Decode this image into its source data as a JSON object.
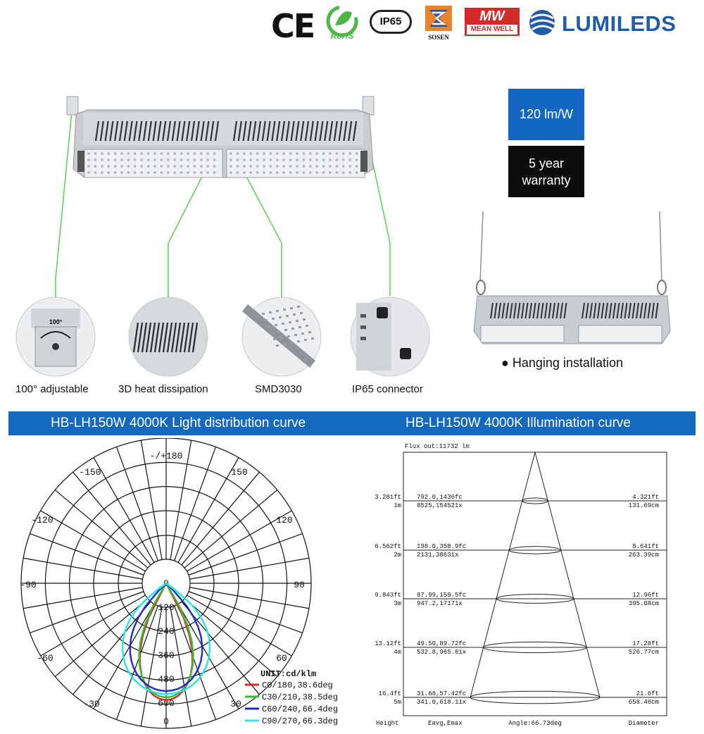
{
  "certifications": {
    "ce": "CE",
    "rohs": "RoHS",
    "ip65": "IP65",
    "sosen": "SOSEN",
    "meanwell_top": "MW",
    "meanwell_bottom": "MEAN WELL",
    "lumileds": "LUMILEDS"
  },
  "specs": {
    "efficacy": "120 lm/W",
    "warranty_line1": "5 year",
    "warranty_line2": "warranty"
  },
  "features": [
    {
      "label": "100° adjustable"
    },
    {
      "label": "3D heat dissipation"
    },
    {
      "label": "SMD3030"
    },
    {
      "label": "IP65 connector"
    }
  ],
  "adjust_badge": "100°",
  "hanging_label": "● Hanging installation",
  "sections": {
    "left_title": "HB-LH150W 4000K Light distribution curve",
    "right_title": "HB-LH150W 4000K Illumination curve"
  },
  "polar": {
    "angle_labels": [
      "-/+180",
      "-150",
      "150",
      "-120",
      "120",
      "-90",
      "90",
      "-60",
      "60",
      "-30",
      "30",
      "0"
    ],
    "radial_labels": [
      "0",
      "120",
      "240",
      "360",
      "480",
      "600"
    ],
    "unit": "UNIT:cd/klm",
    "legend": [
      {
        "name": "C0/180,38.6deg",
        "color": "#e8262a"
      },
      {
        "name": "C30/210,38.5deg",
        "color": "#2fc42f"
      },
      {
        "name": "C60/240,66.4deg",
        "color": "#1d2cc8"
      },
      {
        "name": "C90/270,66.3deg",
        "color": "#29e3f0"
      }
    ]
  },
  "chart_data": {
    "type": "table",
    "title": "HB-LH150W 4000K Illumination curve",
    "flux": "Flux out:11732 lm",
    "rows": [
      {
        "height_ft": "3.281ft",
        "height_m": "1m",
        "fc": "792.0,1436fc",
        "lx": "8525,154521x",
        "dia_ft": "4.321ft",
        "dia_cm": "131.69cm"
      },
      {
        "height_ft": "6.562ft",
        "height_m": "2m",
        "fc": "198.0,358.9fc",
        "lx": "2131,38631x",
        "dia_ft": "8.641ft",
        "dia_cm": "263.39cm"
      },
      {
        "height_ft": "9.843ft",
        "height_m": "3m",
        "fc": "87.99,159.5fc",
        "lx": "947.2,17171x",
        "dia_ft": "12.96ft",
        "dia_cm": "395.08cm"
      },
      {
        "height_ft": "13.12ft",
        "height_m": "4m",
        "fc": "49.50,89.72fc",
        "lx": "532.8,965.81x",
        "dia_ft": "17.28ft",
        "dia_cm": "526.77cm"
      },
      {
        "height_ft": "16.4ft",
        "height_m": "5m",
        "fc": "31.68,57.42fc",
        "lx": "341.0,618.11x",
        "dia_ft": "21.6ft",
        "dia_cm": "658.46cm"
      }
    ],
    "footer": {
      "height": "Height",
      "eavg": "Eavg,Emax",
      "angle": "Angle:66.73deg",
      "diameter": "Diameter"
    }
  },
  "colors": {
    "accent": "#1468bd",
    "guide_line": "#5fd35f"
  }
}
